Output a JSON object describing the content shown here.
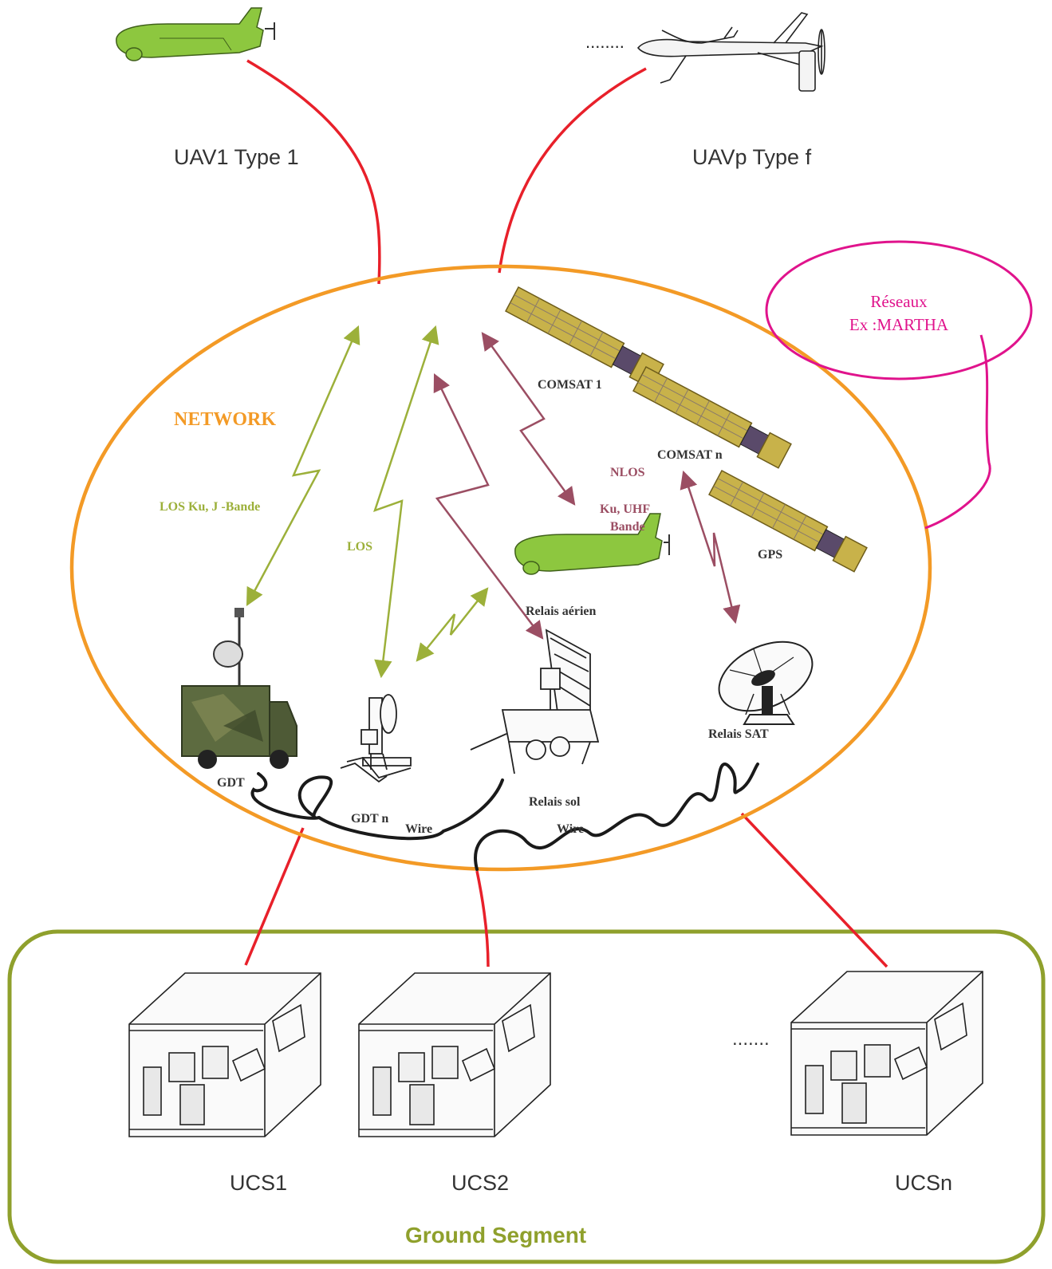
{
  "uavs": {
    "uav1_label": "UAV1 Type 1",
    "uavp_label": "UAVp Type f",
    "uavp_dots": "........"
  },
  "network": {
    "title": "NETWORK",
    "los_ku_label": "LOS Ku, J -Bande",
    "los_label": "LOS",
    "nlos_label": "NLOS",
    "ku_uhf_line1": "Ku, UHF",
    "ku_uhf_line2": "Bande",
    "comsat1_label": "COMSAT 1",
    "comsatn_label": "COMSAT n",
    "gps_label": "GPS",
    "relais_aerien_label": "Relais aérien",
    "relais_sat_label": "Relais SAT",
    "relais_sol_label": "Relais sol",
    "gdt_label": "GDT",
    "gdtn_label": "GDT n",
    "wire1_label": "Wire",
    "wire2_label": "Wire"
  },
  "reseaux": {
    "line1": "Réseaux",
    "line2": "Ex :MARTHA"
  },
  "ground": {
    "title": "Ground Segment",
    "ucs1_label": "UCS1",
    "ucs2_label": "UCS2",
    "ucsn_label": "UCSn",
    "ucs_dots": "......."
  },
  "colors": {
    "network_ellipse": "#F39A26",
    "red_link": "#E8202A",
    "los_green": "#9CB03A",
    "nlos_mauve": "#9B4E63",
    "magenta": "#E0138C",
    "ground_frame": "#8FA02C",
    "aircraft_green": "#8DC73F"
  }
}
